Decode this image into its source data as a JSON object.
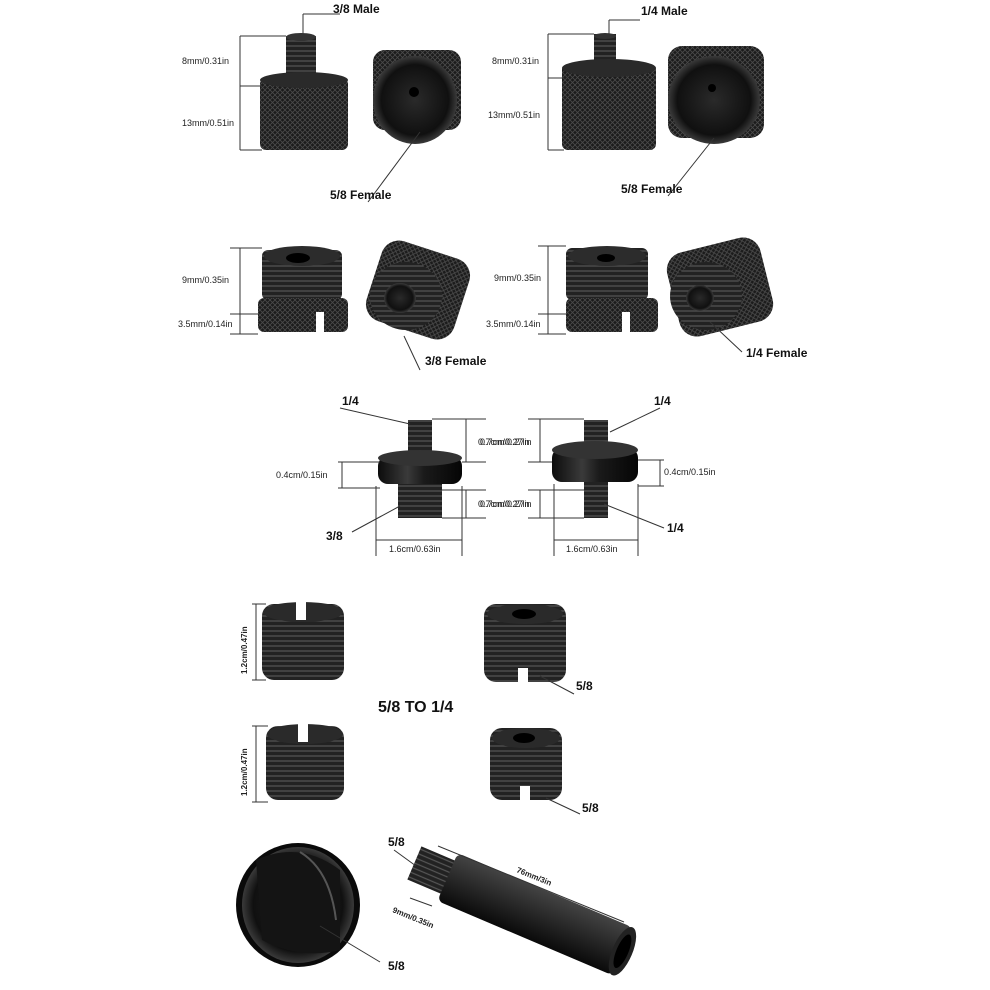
{
  "row1": {
    "left": {
      "male": "3/8 Male",
      "female": "5/8 Female",
      "top_dim": "8mm/0.31in",
      "body_dim": "13mm/0.51in"
    },
    "right": {
      "male": "1/4 Male",
      "female": "5/8 Female",
      "top_dim": "8mm/0.31in",
      "body_dim": "13mm/0.51in"
    }
  },
  "row2": {
    "left": {
      "height_dim": "9mm/0.35in",
      "base_dim": "3.5mm/0.14in",
      "female": "3/8 Female"
    },
    "right": {
      "height_dim": "9mm/0.35in",
      "base_dim": "3.5mm/0.14in",
      "female": "1/4 Female"
    }
  },
  "row3": {
    "left": {
      "top": "1/4",
      "bottom": "3/8",
      "upper_dim": "0.7cm/0.27in",
      "collar_dim": "0.4cm/0.15in",
      "lower_dim": "0.7cm/0.27in",
      "width_dim": "1.6cm/0.63in"
    },
    "right": {
      "top": "1/4",
      "bottom": "1/4",
      "upper_dim": "0.7cm/0.27in",
      "collar_dim": "0.4cm/0.15in",
      "lower_dim": "0.7cm/0.27in",
      "width_dim": "1.6cm/0.63in"
    }
  },
  "row4": {
    "height_dim_top": "1.2cm/0.47in",
    "height_dim_bottom": "1.2cm/0.47in",
    "title": "5/8 TO 1/4",
    "label_top": "5/8",
    "label_bottom": "5/8"
  },
  "row5": {
    "closeup_label": "5/8",
    "tube_label": "5/8",
    "length_dim": "76mm/3in",
    "thread_dim": "9mm/0.35in"
  }
}
